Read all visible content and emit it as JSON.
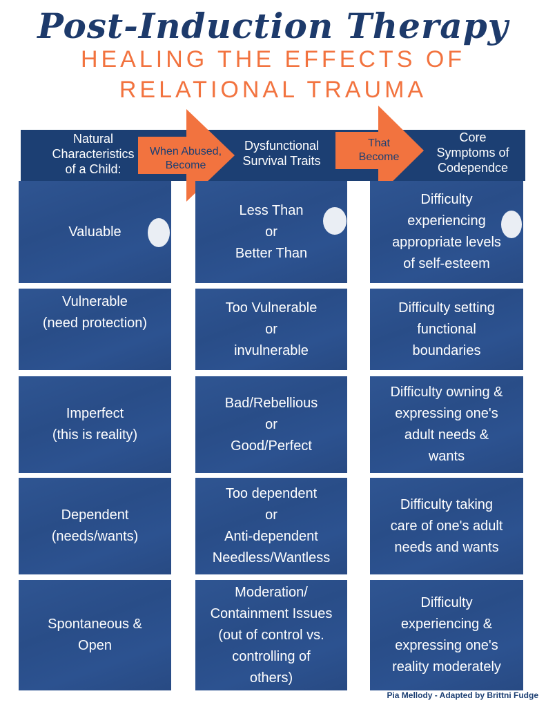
{
  "title": "Post-Induction Therapy",
  "subtitle_line1": "HEALING THE EFFECTS OF",
  "subtitle_line2": "RELATIONAL TRAUMA",
  "headers": {
    "col1": "Natural\nCharacteristics\nof a Child:",
    "col2": "Dysfunctional\nSurvival Traits",
    "col3": "Core\nSymptoms of\nCodependce"
  },
  "arrows": {
    "arrow1": "When Abused,\nBecome",
    "arrow2": "That\nBecome"
  },
  "rows": [
    {
      "c1": "Valuable",
      "c2": "Less Than\nor\nBetter Than",
      "c3": "Difficulty\nexperiencing\nappropriate levels\nof self-esteem"
    },
    {
      "c1": "Vulnerable\n(need protection)",
      "c2": "Too Vulnerable\nor\ninvulnerable",
      "c3": "Difficulty setting\nfunctional\nboundaries"
    },
    {
      "c1": "Imperfect\n(this is reality)",
      "c2": "Bad/Rebellious\nor\nGood/Perfect",
      "c3": "Difficulty owning &\nexpressing one's\nadult needs &\nwants"
    },
    {
      "c1": "Dependent\n(needs/wants)",
      "c2": "Too dependent\nor\nAnti-dependent\nNeedless/Wantless",
      "c3": "Difficulty taking\ncare of one's adult\nneeds and wants"
    },
    {
      "c1": "Spontaneous &\nOpen",
      "c2": "Moderation/\nContainment Issues\n(out of control vs.\ncontrolling of\nothers)",
      "c3": "Difficulty\nexperiencing &\nexpressing one's\nreality moderately"
    }
  ],
  "credit": "Pia Mellody - Adapted by Brittni Fudge",
  "colors": {
    "navy": "#1c3f73",
    "orange": "#f2733f",
    "cell_blue": "#2b4e8a"
  }
}
